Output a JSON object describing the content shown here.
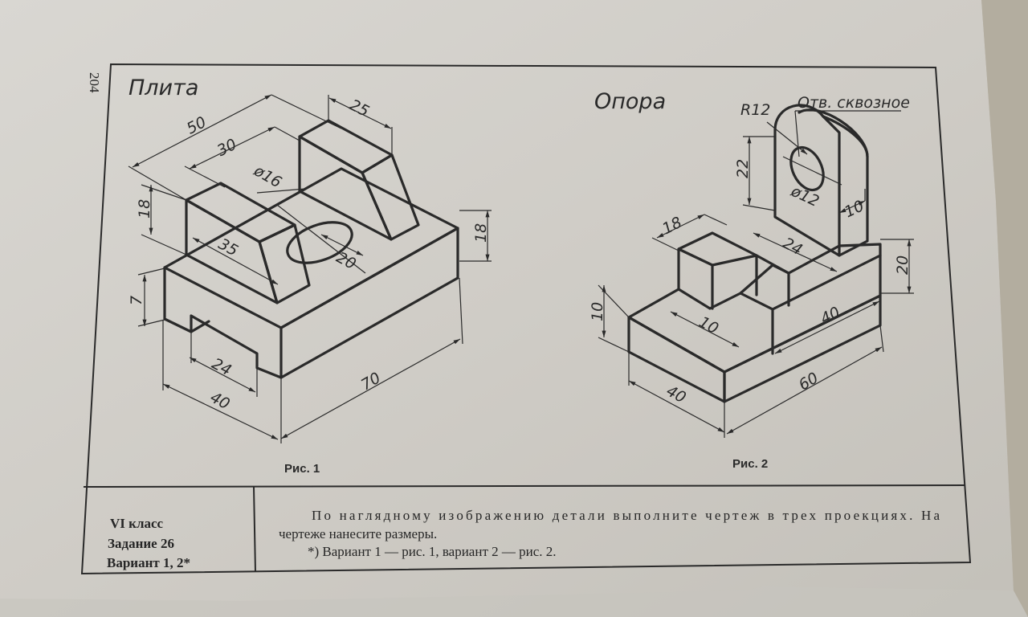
{
  "page_number": "204",
  "figure1": {
    "title": "Плита",
    "caption": "Рис. 1",
    "dims": {
      "d50": "50",
      "d30": "30",
      "d25": "25",
      "d16": "ø16",
      "d18a": "18",
      "d18b": "18",
      "d35": "35",
      "d20": "20",
      "d7": "7",
      "d24": "24",
      "d40": "40",
      "d70": "70"
    }
  },
  "figure2": {
    "title": "Опора",
    "caption": "Рис. 2",
    "hole_note": "Отв. сквозное",
    "dims": {
      "r12": "R12",
      "d22": "22",
      "d12": "ø12",
      "d10a": "10",
      "d18": "18",
      "d24": "24",
      "d20": "20",
      "d10b": "10",
      "d10c": "10",
      "d40": "40",
      "d60": "60",
      "d40b": "40"
    }
  },
  "footer": {
    "grade": "VI класс",
    "task": "Задание 26",
    "variant": "Вариант 1, 2*",
    "instruction_line1": "По наглядному изображению детали выполните чертеж в трех проекциях. На",
    "instruction_line2": "чертеже нанесите размеры.",
    "note": "*) Вариант 1 — рис. 1, вариант 2 — рис. 2."
  }
}
